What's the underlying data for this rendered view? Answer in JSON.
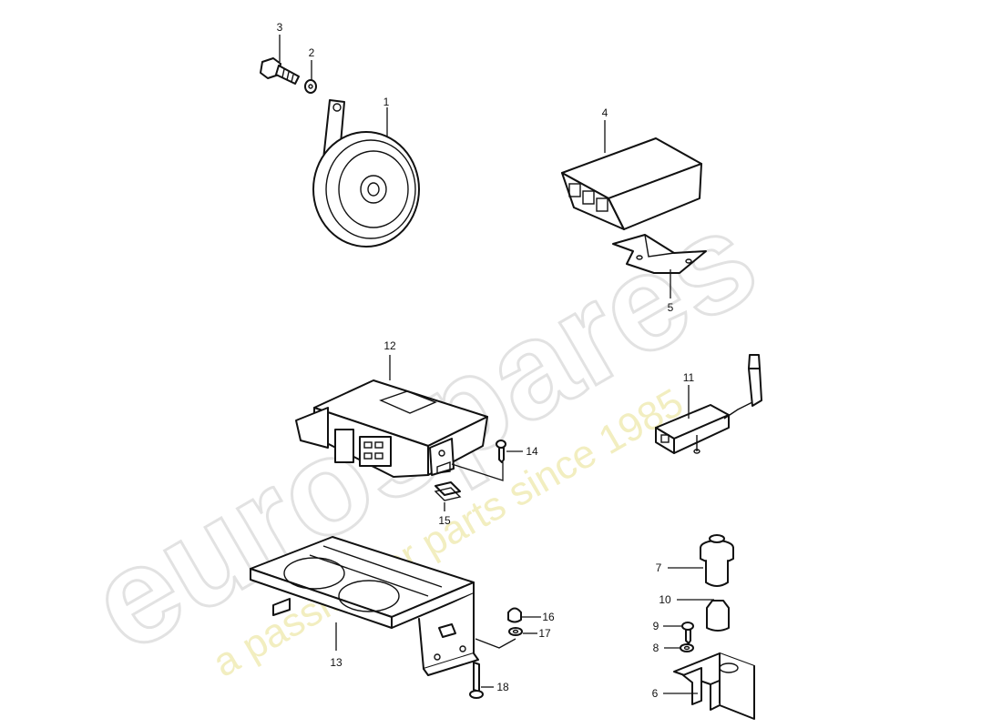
{
  "watermark": {
    "brand": "eurospares",
    "tagline": "a passion for parts since 1985"
  },
  "callouts": {
    "c1": "1",
    "c2": "2",
    "c3": "3",
    "c4": "4",
    "c5": "5",
    "c6": "6",
    "c7": "7",
    "c8": "8",
    "c9": "9",
    "c10": "10",
    "c11": "11",
    "c12": "12",
    "c13": "13",
    "c14": "14",
    "c15": "15",
    "c16": "16",
    "c17": "17",
    "c18": "18"
  },
  "colors": {
    "line": "#111111",
    "watermark_text": "#e2e2e2",
    "watermark_tagline": "#f2eec0"
  }
}
